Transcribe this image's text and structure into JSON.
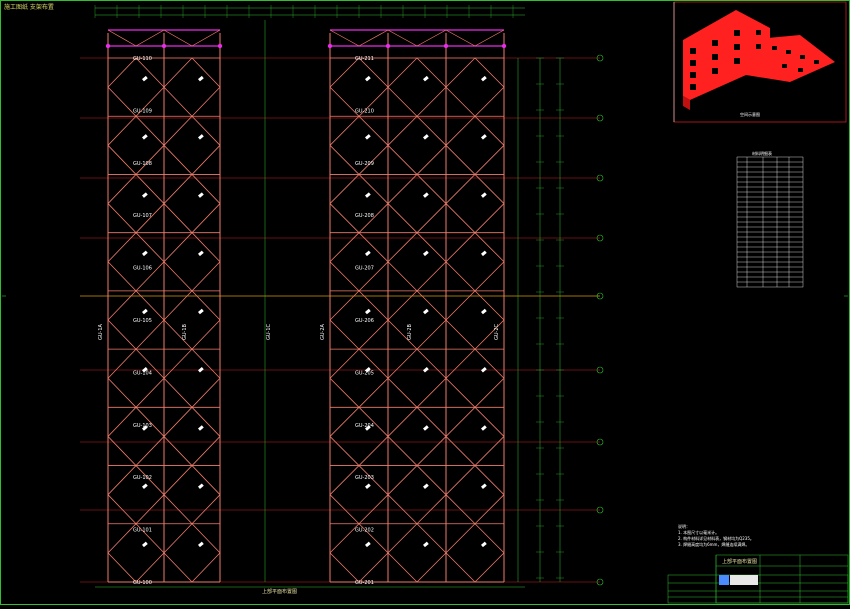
{
  "header": {
    "tag": "施工图纸 支架布置"
  },
  "left_tower": {
    "elevations": [
      "GU-110",
      "GU-109",
      "GU-108",
      "GU-107",
      "GU-106",
      "GU-105",
      "GU-104",
      "GU-103",
      "GU-102",
      "GU-101",
      "GU-100"
    ],
    "column_labels": [
      "GU-1A",
      "GU-1B",
      "GU-1C"
    ]
  },
  "right_tower": {
    "elevations": [
      "GU-211",
      "GU-210",
      "GU-209",
      "GU-208",
      "GU-207",
      "GU-206",
      "GU-205",
      "GU-204",
      "GU-203",
      "GU-202",
      "GU-201"
    ],
    "column_labels": [
      "GU-2A",
      "GU-2B",
      "GU-2C"
    ]
  },
  "titles": {
    "left": "上部平面布置图",
    "right": "上部平面布置图"
  },
  "iso_caption": "空间示意图",
  "table": {
    "title": "材料明细表"
  },
  "notes": {
    "heading": "说明：",
    "lines": [
      "1. 本图尺寸以毫米计。",
      "2. 构件材料详见材料表，钢材均为Q235。",
      "3. 焊缝高度均为6mm，焊缝连续满焊。"
    ]
  },
  "colors": {
    "truss": "#f07c6c",
    "grid": "#2fbf2f",
    "elev_line": "#c81e1e",
    "center_line": "#d8d800",
    "highlight": "#e62ee6",
    "iso_red": "#ff2020"
  }
}
